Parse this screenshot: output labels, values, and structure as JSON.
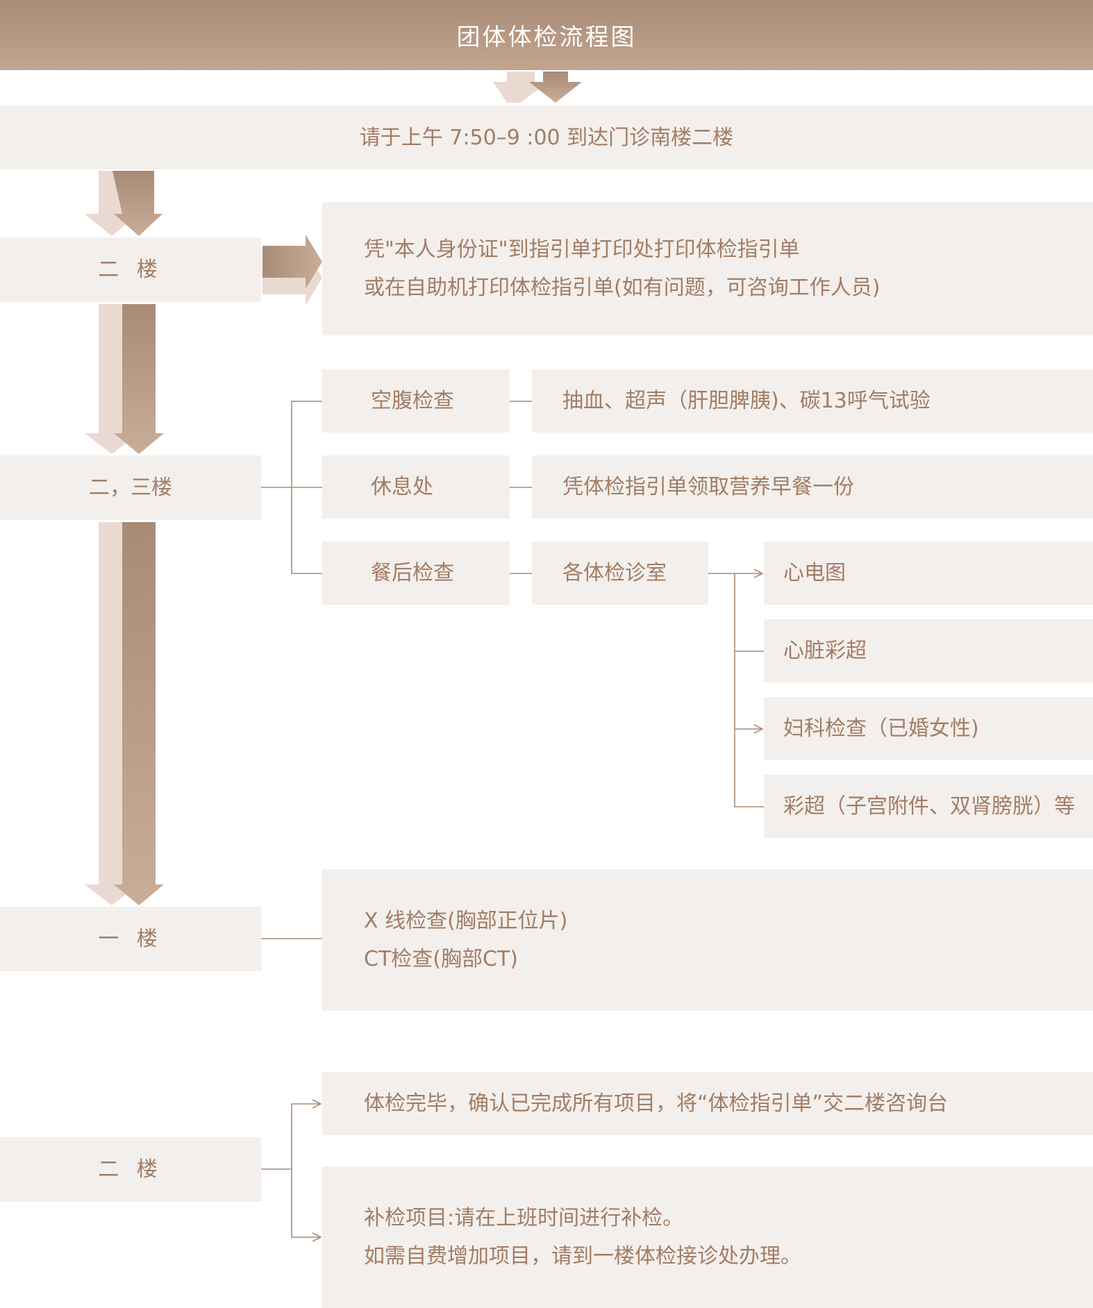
{
  "header": {
    "title": "团体体检流程图"
  },
  "arrival": {
    "text": "请于上午 7:50–9 :00 到达门诊南楼二楼"
  },
  "floors": {
    "f2_top": "二  楼",
    "f23": "二，三楼",
    "f1": "一  楼",
    "f2_bottom": "二  楼"
  },
  "print_guide": {
    "line1": "凭\"本人身份证\"到指引单打印处打印体检指引单",
    "line2": "或在自助机打印体检指引单(如有问题，可咨询工作人员)"
  },
  "stations": [
    {
      "label": "空腹检查",
      "detail": "抽血、超声（肝胆脾胰)、碳13呼气试验"
    },
    {
      "label": "休息处",
      "detail": "凭体检指引单领取营养早餐一份"
    },
    {
      "label": "餐后检查",
      "detail": "各体检诊室"
    }
  ],
  "exam_rooms": [
    "心电图",
    "心脏彩超",
    "妇科检查（已婚女性)",
    "彩超（子宫附件、双肾膀胱）等"
  ],
  "xray": {
    "line1": "X 线检查(胸部正位片)",
    "line2": "CT检查(胸部CT)"
  },
  "finish": {
    "done": "体检完毕，确认已完成所有项目，将“体检指引单”交二楼咨询台",
    "makeup_line1": "补检项目:请在上班时间进行补检。",
    "makeup_line2": "如需自费增加项目，请到一楼体检接诊处办理。"
  },
  "colors": {
    "arrow_dark": "#a88b76",
    "arrow_light": "#c8ad98",
    "arrow_shadow": "#ead9d1",
    "box_bg": "#f3efec",
    "text": "#a27d64",
    "line": "#a98a76"
  }
}
